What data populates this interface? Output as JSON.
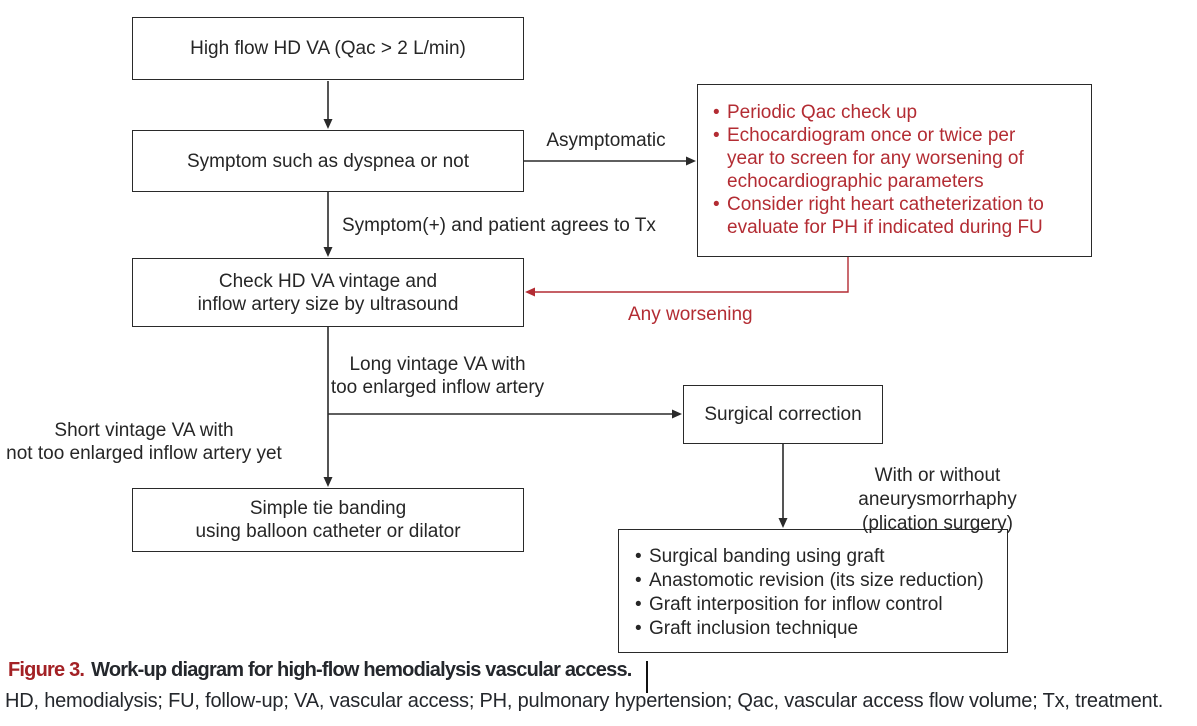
{
  "colors": {
    "accent_red": "#b32c33",
    "figure_label_red": "#a32125",
    "ink": "#262626"
  },
  "flowchart": {
    "boxes": {
      "high_flow": "High flow HD VA (Qac > 2 L/min)",
      "symptom": "Symptom such as dyspnea or not",
      "surveillance_items": [
        "Periodic Qac check up",
        "Echocardiogram once or twice per\nyear to screen for any worsening of\nechocardiographic parameters",
        "Consider right heart catheterization to\nevaluate for PH if indicated during FU"
      ],
      "check_vintage": "Check HD VA vintage and\ninflow artery size by ultrasound",
      "surgical_correction": "Surgical correction",
      "simple_tie": "Simple tie banding\nusing balloon catheter or dilator",
      "surgical_options_items": [
        "Surgical banding using graft",
        "Anastomotic revision (its size reduction)",
        "Graft interposition for inflow control",
        "Graft inclusion technique"
      ]
    },
    "edge_labels": {
      "asymptomatic": "Asymptomatic",
      "symptom_positive": "Symptom(+) and patient agrees to Tx",
      "any_worsening": "Any worsening",
      "long_vintage": "Long vintage VA with\ntoo enlarged inflow artery",
      "short_vintage": "Short vintage VA with\nnot too enlarged inflow artery yet",
      "aneurysmorrhaphy": "With or without aneurysmorrhaphy\n(plication surgery)"
    }
  },
  "caption": {
    "figure_label": "Figure 3.",
    "title": "Work-up diagram for high-flow hemodialysis vascular access.",
    "abbreviations": "HD, hemodialysis; FU, follow-up; VA, vascular access; PH, pulmonary hypertension; Qac, vascular access flow volume; Tx, treatment."
  }
}
